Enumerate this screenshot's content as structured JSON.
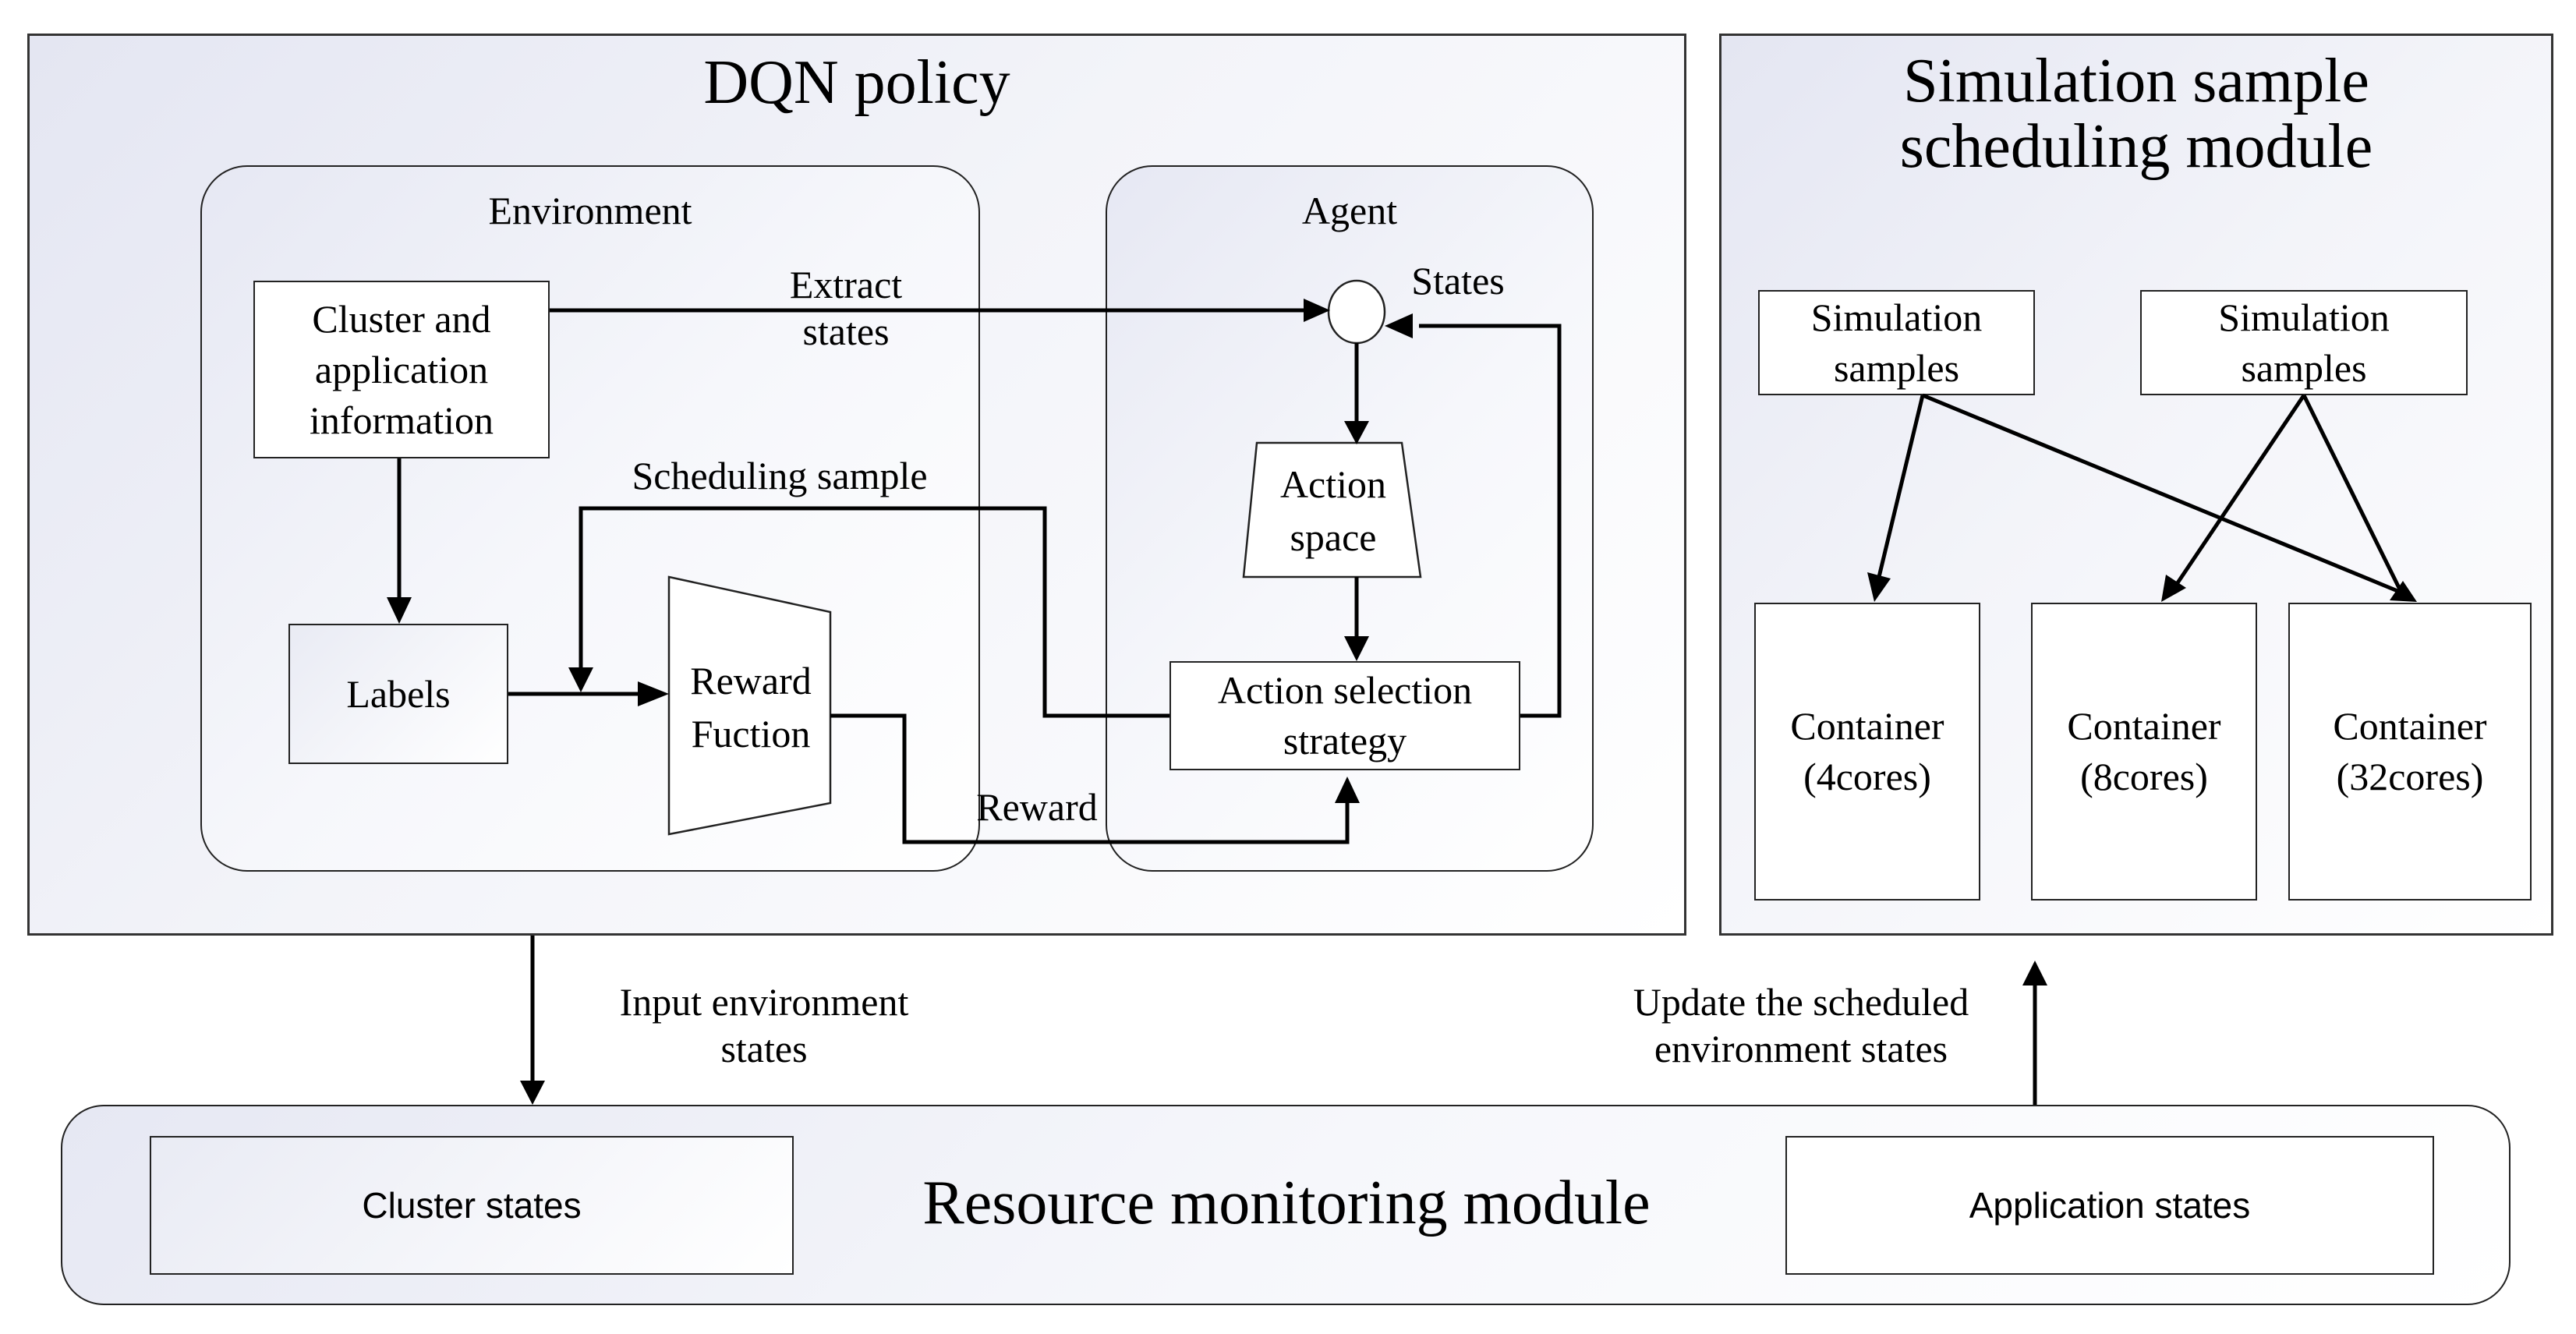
{
  "dqn": {
    "title": "DQN policy",
    "environment": {
      "title": "Environment",
      "cluster_info": "Cluster and\napplication\ninformation",
      "labels": "Labels",
      "reward_function": "Reward\nFuction"
    },
    "agent": {
      "title": "Agent",
      "action_space": "Action\nspace",
      "action_selection": "Action selection\nstrategy"
    },
    "edges": {
      "extract_states": "Extract\nstates",
      "states": "States",
      "scheduling_sample": "Scheduling sample",
      "reward": "Reward"
    }
  },
  "simulation": {
    "title": "Simulation sample\nscheduling module",
    "samples": [
      "Simulation\nsamples",
      "Simulation\nsamples"
    ],
    "containers": [
      "Container\n(4cores)",
      "Container\n(8cores)",
      "Container\n(32cores)"
    ]
  },
  "monitoring": {
    "title": "Resource monitoring module",
    "cluster_states": "Cluster states",
    "application_states": "Application states"
  },
  "flows": {
    "input_env": "Input environment\nstates",
    "update_env": "Update the scheduled\nenvironment states"
  }
}
